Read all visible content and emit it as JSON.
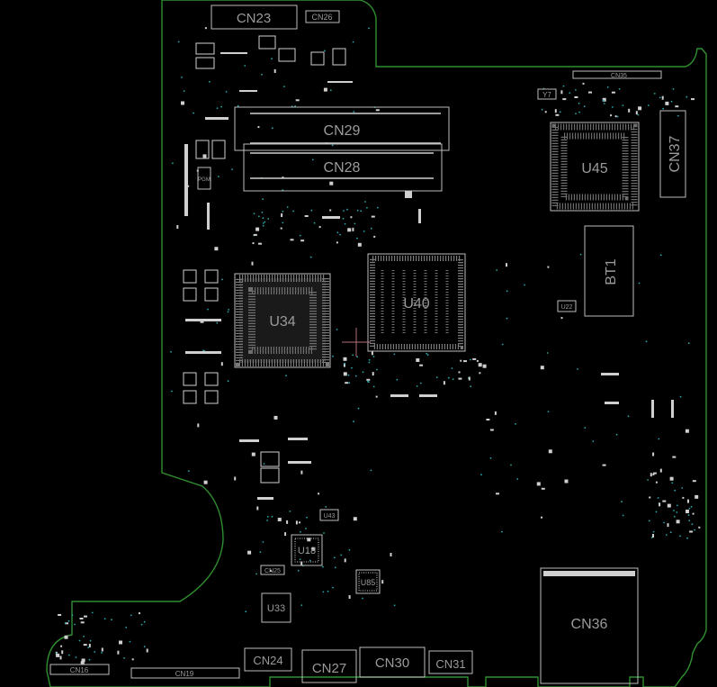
{
  "colors": {
    "background": "#000000",
    "board_outline": "#2f8f2f",
    "silkscreen": "#bdbdbd",
    "label": "#9a9a9a",
    "via": "#2aa6a6",
    "crosshair": "#b0707a"
  },
  "components": [
    {
      "id": "cn23",
      "label": "CN23"
    },
    {
      "id": "cn26",
      "label": "CN26"
    },
    {
      "id": "cn35",
      "label": "CN35"
    },
    {
      "id": "y7",
      "label": "Y7"
    },
    {
      "id": "cn29",
      "label": "CN29"
    },
    {
      "id": "cn28",
      "label": "CN28"
    },
    {
      "id": "cn37",
      "label": "CN37"
    },
    {
      "id": "u45",
      "label": "U45"
    },
    {
      "id": "pgm",
      "label": "PGM"
    },
    {
      "id": "u40",
      "label": "U40"
    },
    {
      "id": "u34",
      "label": "U34"
    },
    {
      "id": "bt1",
      "label": "BT1"
    },
    {
      "id": "u22",
      "label": "U22"
    },
    {
      "id": "u43",
      "label": "U43"
    },
    {
      "id": "u18",
      "label": "U18"
    },
    {
      "id": "cn25",
      "label": "CN25"
    },
    {
      "id": "u85",
      "label": "U85"
    },
    {
      "id": "u33",
      "label": "U33"
    },
    {
      "id": "cn36",
      "label": "CN36"
    },
    {
      "id": "cn16",
      "label": "CN16"
    },
    {
      "id": "cn19",
      "label": "CN19"
    },
    {
      "id": "cn24",
      "label": "CN24"
    },
    {
      "id": "cn27",
      "label": "CN27"
    },
    {
      "id": "cn30",
      "label": "CN30"
    },
    {
      "id": "cn31",
      "label": "CN31"
    }
  ]
}
